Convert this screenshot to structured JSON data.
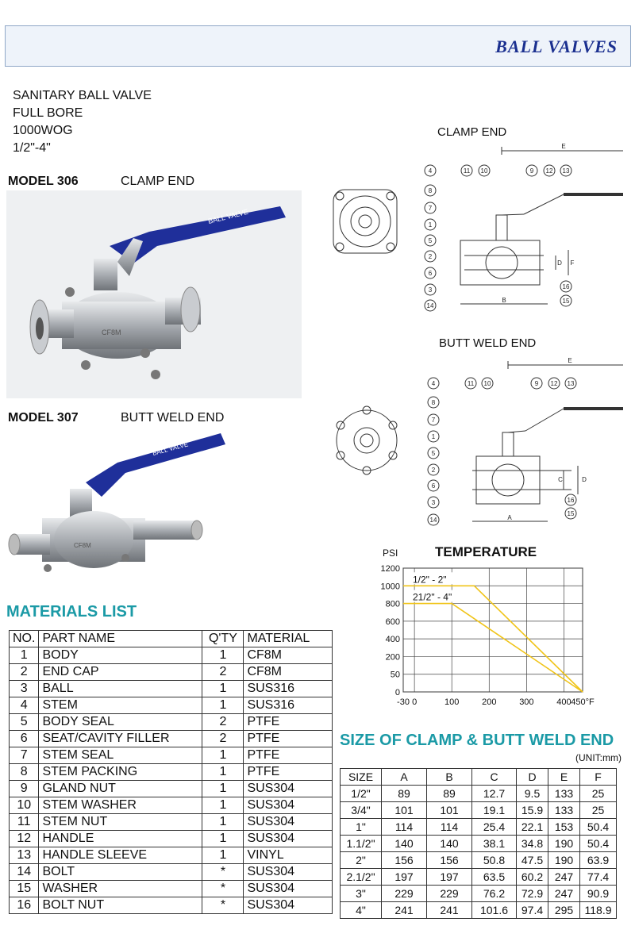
{
  "header": {
    "title": "BALL VALVES"
  },
  "intro": [
    "SANITARY BALL VALVE",
    "FULL BORE",
    "1000WOG",
    "1/2\"-4\""
  ],
  "models": [
    {
      "label": "MODEL 306",
      "desc": "CLAMP END",
      "handle_text": "BALL VALVE",
      "body_mark": "CF8M"
    },
    {
      "label": "MODEL 307",
      "desc": "BUTT WELD END",
      "handle_text": "BALL VALVE",
      "body_mark": "CF8M"
    }
  ],
  "drawings": {
    "clamp_title": "CLAMP END",
    "butt_title": "BUTT WELD END",
    "callouts": [
      "4",
      "8",
      "7",
      "1",
      "5",
      "2",
      "6",
      "3",
      "14",
      "11",
      "10",
      "9",
      "12",
      "13",
      "16",
      "15"
    ],
    "dims_clamp": [
      "E",
      "B",
      "D",
      "F"
    ],
    "dims_butt": [
      "E",
      "A",
      "C",
      "D"
    ]
  },
  "materials": {
    "title": "MATERIALS  LIST",
    "headers": [
      "NO.",
      "PART NAME",
      "Q'TY",
      "MATERIAL"
    ],
    "rows": [
      [
        "1",
        "BODY",
        "1",
        "CF8M"
      ],
      [
        "2",
        "END CAP",
        "2",
        "CF8M"
      ],
      [
        "3",
        "BALL",
        "1",
        "SUS316"
      ],
      [
        "4",
        "STEM",
        "1",
        "SUS316"
      ],
      [
        "5",
        "BODY SEAL",
        "2",
        "PTFE"
      ],
      [
        "6",
        "SEAT/CAVITY FILLER",
        "2",
        "PTFE"
      ],
      [
        "7",
        "STEM SEAL",
        "1",
        "PTFE"
      ],
      [
        "8",
        "STEM PACKING",
        "1",
        "PTFE"
      ],
      [
        "9",
        "GLAND NUT",
        "1",
        "SUS304"
      ],
      [
        "10",
        "STEM WASHER",
        "1",
        "SUS304"
      ],
      [
        "11",
        "STEM NUT",
        "1",
        "SUS304"
      ],
      [
        "12",
        "HANDLE",
        "1",
        "SUS304"
      ],
      [
        "13",
        "HANDLE SLEEVE",
        "1",
        "VINYL"
      ],
      [
        "14",
        "BOLT",
        "*",
        "SUS304"
      ],
      [
        "15",
        "WASHER",
        "*",
        "SUS304"
      ],
      [
        "16",
        "BOLT NUT",
        "*",
        "SUS304"
      ]
    ]
  },
  "chart_data": {
    "type": "line",
    "title": "TEMPERATURE",
    "ylabel": "PSI",
    "xlabel": "",
    "x_unit": "°F",
    "ylim": [
      0,
      1200
    ],
    "xlim": [
      -30,
      450
    ],
    "y_ticks": [
      "0",
      "50",
      "200",
      "400",
      "600",
      "800",
      "1000",
      "1200"
    ],
    "x_ticks": [
      "-30",
      "0",
      "100",
      "200",
      "300",
      "400",
      "450°F"
    ],
    "series": [
      {
        "name": "1/2\" - 2\"",
        "x": [
          -30,
          160,
          450
        ],
        "y": [
          1000,
          1000,
          0
        ]
      },
      {
        "name": "21/2\" - 4\"",
        "x": [
          -30,
          100,
          450
        ],
        "y": [
          800,
          800,
          0
        ]
      }
    ]
  },
  "size_table": {
    "title": "SIZE OF CLAMP & BUTT WELD END",
    "unit": "(UNIT:mm)",
    "headers": [
      "SIZE",
      "A",
      "B",
      "C",
      "D",
      "E",
      "F"
    ],
    "rows": [
      [
        "1/2\"",
        "89",
        "89",
        "12.7",
        "9.5",
        "133",
        "25"
      ],
      [
        "3/4\"",
        "101",
        "101",
        "19.1",
        "15.9",
        "133",
        "25"
      ],
      [
        "1\"",
        "114",
        "114",
        "25.4",
        "22.1",
        "153",
        "50.4"
      ],
      [
        "1.1/2\"",
        "140",
        "140",
        "38.1",
        "34.8",
        "190",
        "50.4"
      ],
      [
        "2\"",
        "156",
        "156",
        "50.8",
        "47.5",
        "190",
        "63.9"
      ],
      [
        "2.1/2\"",
        "197",
        "197",
        "63.5",
        "60.2",
        "247",
        "77.4"
      ],
      [
        "3\"",
        "229",
        "229",
        "76.2",
        "72.9",
        "247",
        "90.9"
      ],
      [
        "4\"",
        "241",
        "241",
        "101.6",
        "97.4",
        "295",
        "118.9"
      ]
    ]
  },
  "colors": {
    "accent_title": "#1b9aa6",
    "header_text": "#1a2f8f",
    "handle": "#1f2f9a",
    "chart_line": "#f0c419"
  }
}
